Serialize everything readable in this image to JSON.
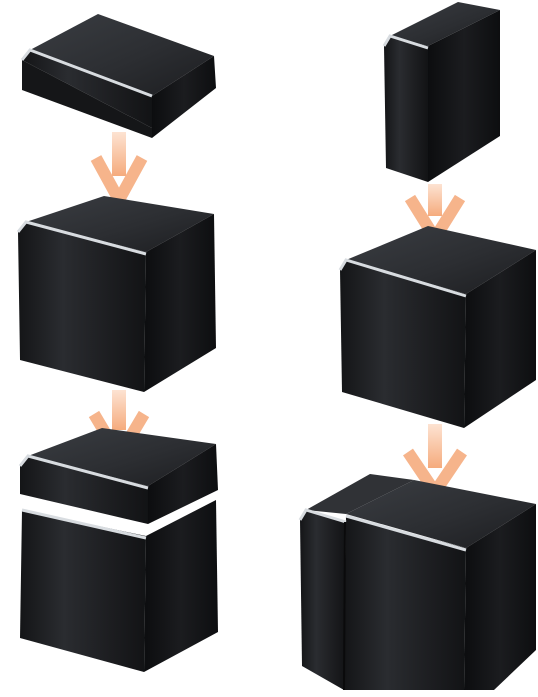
{
  "illustration": {
    "left_column": [
      "flat-box",
      "cube",
      "flat-box-stacked-on-cube"
    ],
    "right_column": [
      "tall-box",
      "cube",
      "tall-box-beside-cube"
    ]
  },
  "colors": {
    "background": "#ffffff",
    "box_top": "#2f3135",
    "box_front": "#1b1c1f",
    "box_side": "#0f1012",
    "edge_highlight": "#d6dade",
    "arrow": "#f6b48b"
  },
  "icons": {
    "arrow": "arrow-down-icon"
  }
}
